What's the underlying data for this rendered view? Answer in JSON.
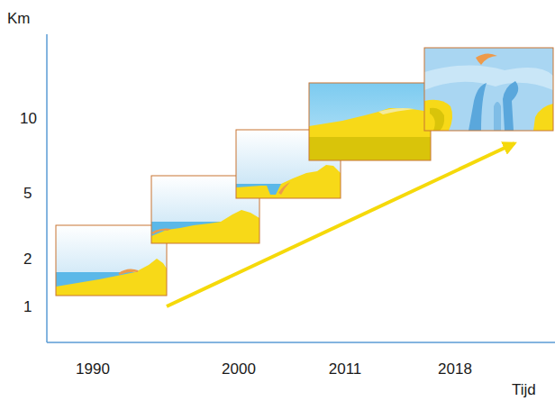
{
  "diagram": {
    "labels": [
      "Km",
      "10",
      "5",
      "2",
      "1",
      "1990",
      "2000",
      "2011",
      "2018",
      "Tijd"
    ]
  }
}
